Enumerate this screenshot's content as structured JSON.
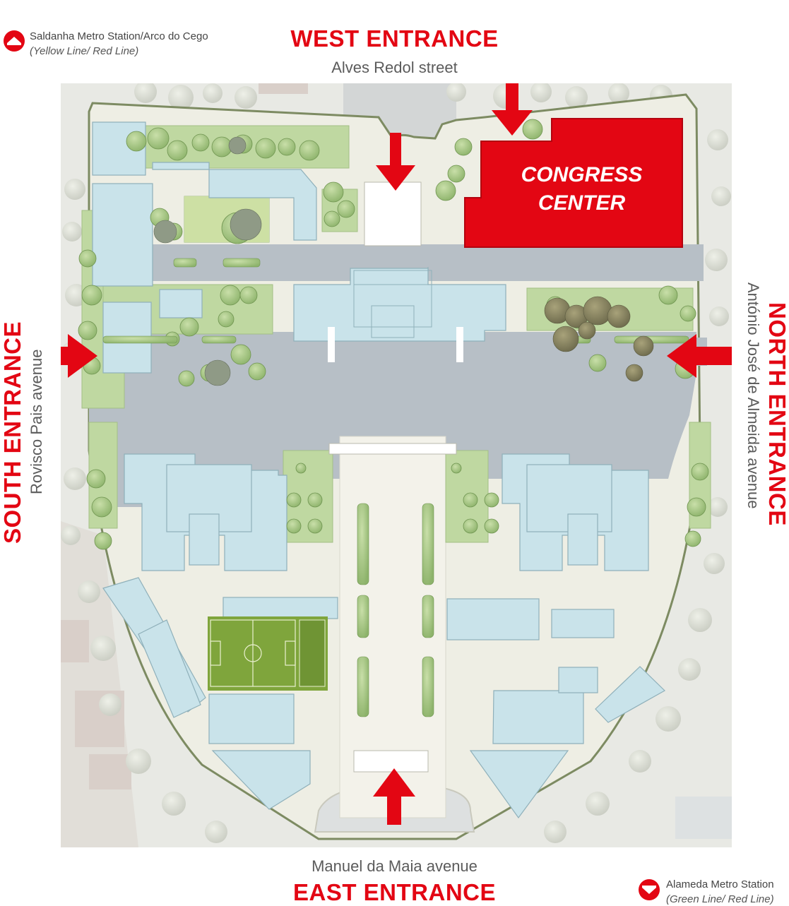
{
  "entrances": {
    "west": {
      "title": "WEST ENTRANCE",
      "street": "Alves Redol street"
    },
    "east": {
      "title": "EAST ENTRANCE",
      "street": "Manuel da Maia avenue"
    },
    "south": {
      "title": "SOUTH ENTRANCE",
      "street": "Rovisco Pais avenue"
    },
    "north": {
      "title": "NORTH ENTRANCE",
      "street": "António José de Almeida avenue"
    }
  },
  "metro": {
    "saldanha": {
      "name": "Saldanha Metro Station/Arco do Cego",
      "lines": "(Yellow Line/ Red Line)"
    },
    "alameda": {
      "name": "Alameda Metro Station",
      "lines": "(Green Line/ Red Line)"
    }
  },
  "congress_center": {
    "line1": "CONGRESS",
    "line2": "CENTER"
  },
  "colors": {
    "accent_red": "#e30613",
    "building_blue": "#c9e3ea",
    "road_gray": "#b7bfc6",
    "ground_beige": "#eeeee4",
    "tree_green": "#a9c98a",
    "field_green": "#7fa53c"
  },
  "icons": {
    "metro": "metro-station-icon",
    "arrow": "entrance-arrow-icon"
  }
}
